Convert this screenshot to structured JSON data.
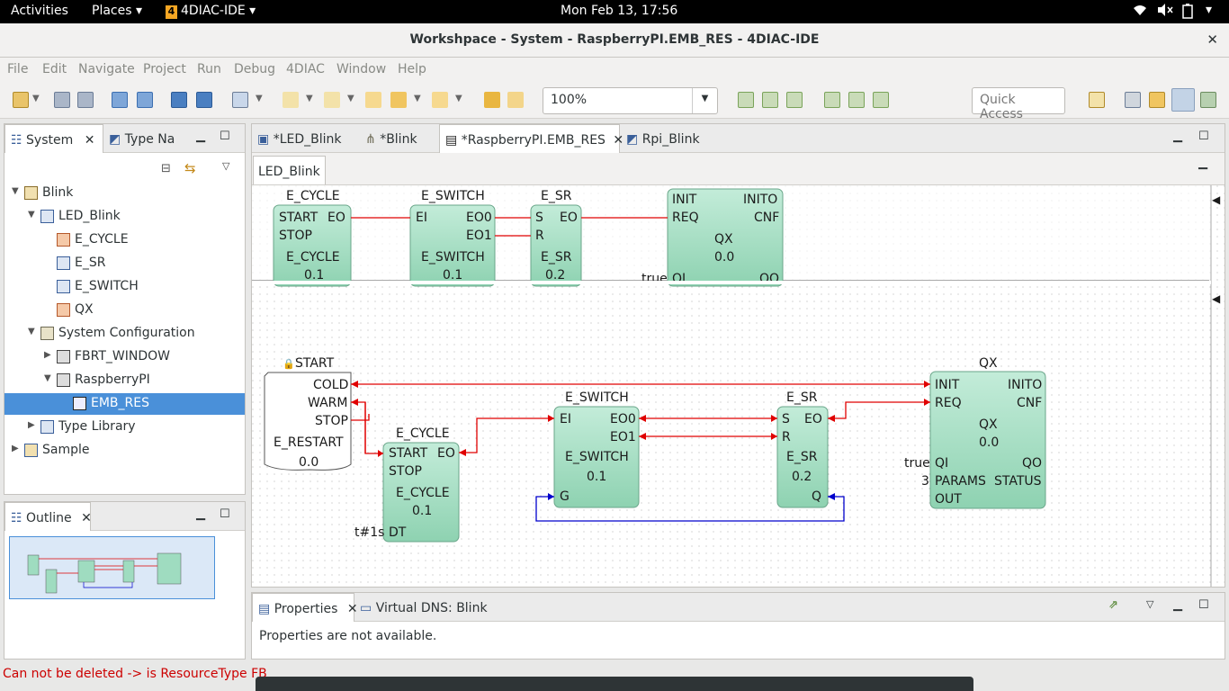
{
  "topbar": {
    "activities": "Activities",
    "places": "Places ▾",
    "app": "4DIAC-IDE ▾",
    "clock": "Mon Feb 13, 17:56"
  },
  "window": {
    "title": "Workshpace - System - RaspberryPI.EMB_RES - 4DIAC-IDE",
    "close": "✕"
  },
  "menu": [
    "File",
    "Edit",
    "Navigate",
    "Project",
    "Run",
    "Debug",
    "4DIAC",
    "Window",
    "Help"
  ],
  "toolbar": {
    "zoom": "100%",
    "quick_access": "Quick Access"
  },
  "left_panel": {
    "tabs": [
      "System",
      "Type Na"
    ],
    "tree": [
      {
        "label": "Blink"
      },
      {
        "label": "LED_Blink"
      },
      {
        "label": "E_CYCLE"
      },
      {
        "label": "E_SR"
      },
      {
        "label": "E_SWITCH"
      },
      {
        "label": "QX"
      },
      {
        "label": "System Configuration"
      },
      {
        "label": "FBRT_WINDOW"
      },
      {
        "label": "RaspberryPI"
      },
      {
        "label": "EMB_RES"
      },
      {
        "label": "Type Library"
      },
      {
        "label": "Sample"
      }
    ]
  },
  "outline": {
    "tab": "Outline"
  },
  "editor": {
    "tabs": [
      "*LED_Blink",
      "*Blink",
      "*RaspberryPI.EMB_RES",
      "Rpi_Blink"
    ],
    "breadcrumb": "LED_Blink",
    "fb": {
      "ecycle": {
        "type": "E_CYCLE",
        "name": "E_CYCLE",
        "ver": "0.1",
        "start": "START",
        "stop": "STOP",
        "eo": "EO",
        "dt": "DT",
        "dt_val": "t#1s"
      },
      "eswitch": {
        "type": "E_SWITCH",
        "name": "E_SWITCH",
        "ver": "0.1",
        "ei": "EI",
        "eo0": "EO0",
        "eo1": "EO1",
        "g": "G"
      },
      "esr": {
        "type": "E_SR",
        "name": "E_SR",
        "ver": "0.2",
        "s": "S",
        "r": "R",
        "eo": "EO",
        "q": "Q"
      },
      "qx": {
        "type": "QX",
        "name": "QX",
        "ver": "0.0",
        "init": "INIT",
        "req": "REQ",
        "inito": "INITO",
        "cnf": "CNF",
        "qi": "QI",
        "params": "PARAMS",
        "out": "OUT",
        "qo": "QO",
        "status": "STATUS",
        "qi_val": "true",
        "params_val": "3"
      },
      "restart": {
        "title": "START",
        "name": "E_RESTART",
        "ver": "0.0",
        "cold": "COLD",
        "warm": "WARM",
        "stop": "STOP"
      }
    }
  },
  "properties": {
    "tabs": [
      "Properties",
      "Virtual DNS: Blink"
    ],
    "text": "Properties are not available."
  },
  "status": "Can not be deleted -> is ResourceType FB",
  "colors": {
    "accent": "#4a90d9",
    "fb_green": "#9fdcc0",
    "event_red": "#e00000",
    "data_blue": "#0000cc",
    "error": "#cc0000"
  }
}
